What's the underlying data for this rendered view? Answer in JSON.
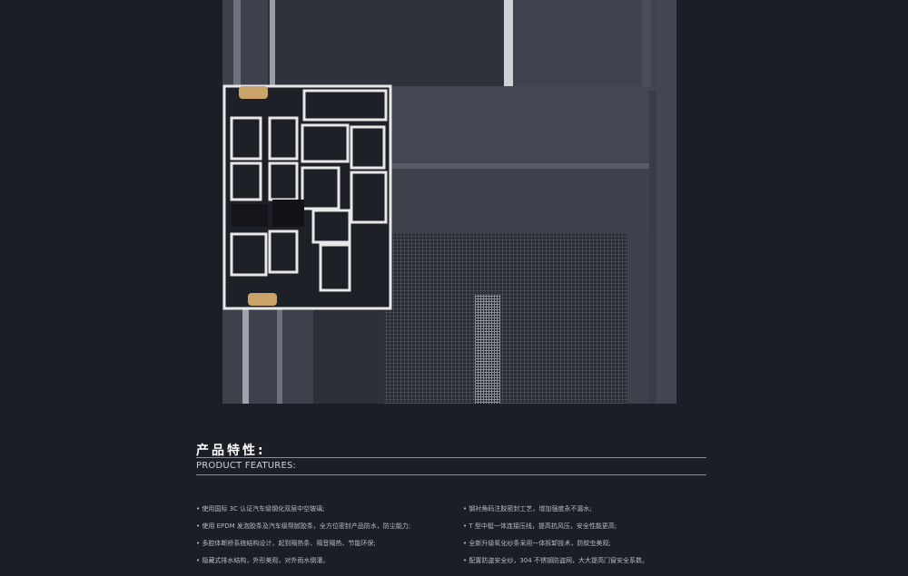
{
  "features": {
    "title": "产品特性:",
    "subtitle": "PRODUCT FEATURES:",
    "left": [
      "• 使用国际 3C 认证汽车级钢化双层中空玻璃;",
      "• 使用 EPDM 发泡胶条及汽车级帮腻胶条，全方位密封产品防水，防尘能力;",
      "• 多腔体断桥系统结构设计，起到隔热条、隔音隔热、节能环保;",
      "• 隐藏式排水结构，外形美观，对外雨水倒灌。"
    ],
    "right": [
      "• 钢衬角码注胶密封工艺，增加强度永不漏水;",
      "• T 型中梃一体连接压线，提高抗风压，安全性能更高;",
      "• 全新升级氧化纱条采用一体拆卸技术，防蚊虫美观;",
      "• 配置防盗安全纱，304 不锈钢防盗网，大大提高门窗安全系数。"
    ]
  },
  "colors": {
    "background": "#1b1e27",
    "frame": "#3b3f4a",
    "profile": "#e8e8e8"
  }
}
